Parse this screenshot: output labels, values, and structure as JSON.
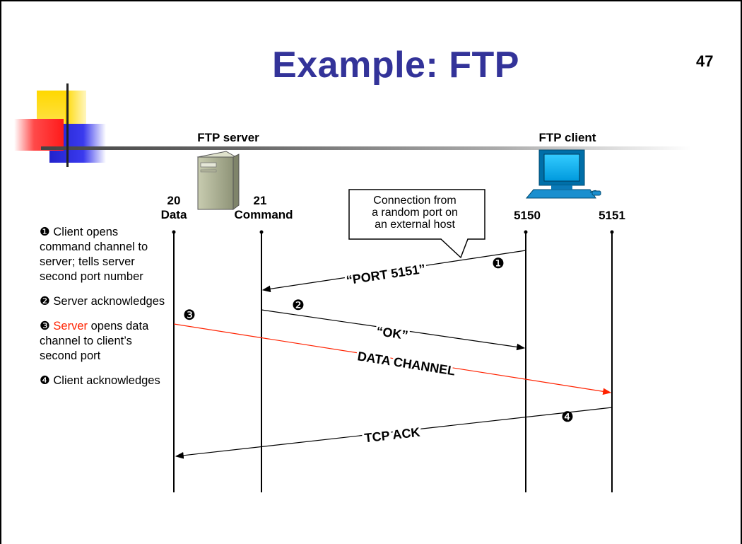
{
  "slide": {
    "title": "Example: FTP",
    "number": "47"
  },
  "server": {
    "name": "FTP server",
    "port_data_num": "20",
    "port_data_name": "Data",
    "port_cmd_num": "21",
    "port_cmd_name": "Command"
  },
  "client": {
    "name": "FTP client",
    "port_a": "5150",
    "port_b": "5151"
  },
  "callout": {
    "line1": "Connection from",
    "line2": "a random port on",
    "line3": "an external host"
  },
  "messages": {
    "port": "“PORT 5151”",
    "ok": "“OK”",
    "data_channel": "DATA CHANNEL",
    "tcp_ack": "TCP ACK"
  },
  "markers": [
    "❶",
    "❷",
    "❸",
    "❹"
  ],
  "steps": {
    "s1_marker": "❶",
    "s1_text": "Client opens command channel to server; tells server second port number",
    "s2_marker": "❷",
    "s2_text": "Server acknowledges",
    "s3_marker": "❸",
    "s3_red": "Server",
    "s3_text": "opens data channel to client’s second port",
    "s4_marker": "❹",
    "s4_text": "Client acknowledges"
  },
  "colors": {
    "title": "#333399",
    "data_channel": "#ff2200",
    "arrow": "#000000"
  },
  "icons": [
    "server-tower-icon",
    "computer-monitor-icon"
  ]
}
